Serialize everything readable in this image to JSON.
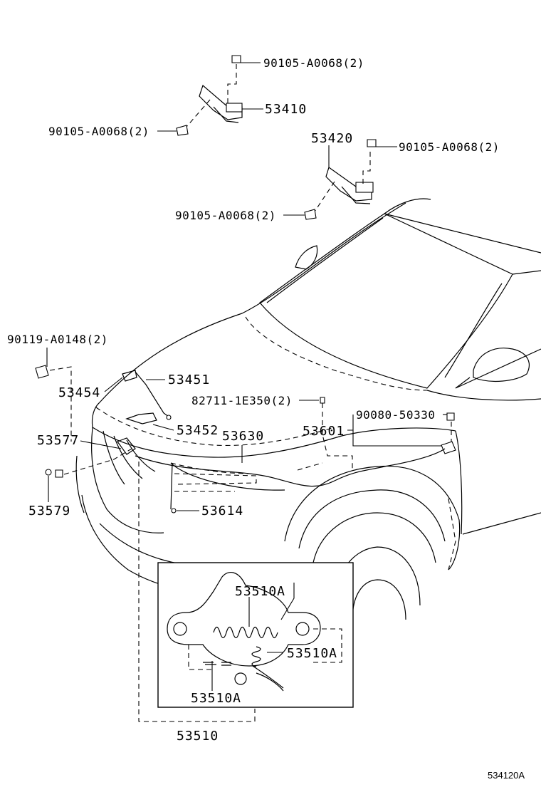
{
  "callouts": {
    "bolt_top": "90105-A0068(2)",
    "hinge_left": "53410",
    "bolt_left": "90105-A0068(2)",
    "hinge_right": "53420",
    "bolt_right_top": "90105-A0068(2)",
    "bolt_right_bottom": "90105-A0068(2)",
    "clip_grille": "90119-A0148(2)",
    "support_rod": "53451",
    "rod_holder": "53454",
    "grommet": "82711-1E350(2)",
    "clip_cable": "90080-50330",
    "rod_clamp": "53452",
    "release_cable": "53630",
    "release_lever": "53601",
    "latch_bracket": "53577",
    "screw_latch": "53579",
    "cable_clamp": "53614",
    "spring_a1": "53510A",
    "spring_a2": "53510A",
    "spring_a3": "53510A",
    "lock_assy": "53510"
  },
  "figure_ref": "534120A"
}
